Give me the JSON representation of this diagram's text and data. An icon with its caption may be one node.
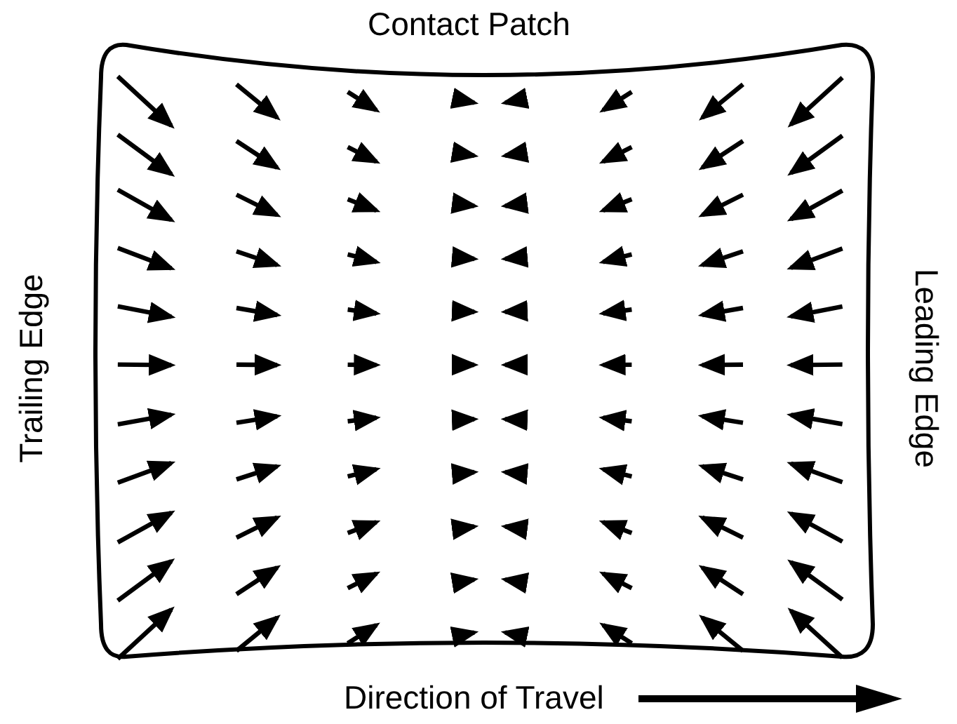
{
  "diagram": {
    "nodes": [
      {
        "text": [
          "Contact Patch"
        ]
      }
    ],
    "edges": [],
    "labels": [
      "Trailing Edge",
      "Leading Edge",
      "Direction of Travel"
    ]
  }
}
